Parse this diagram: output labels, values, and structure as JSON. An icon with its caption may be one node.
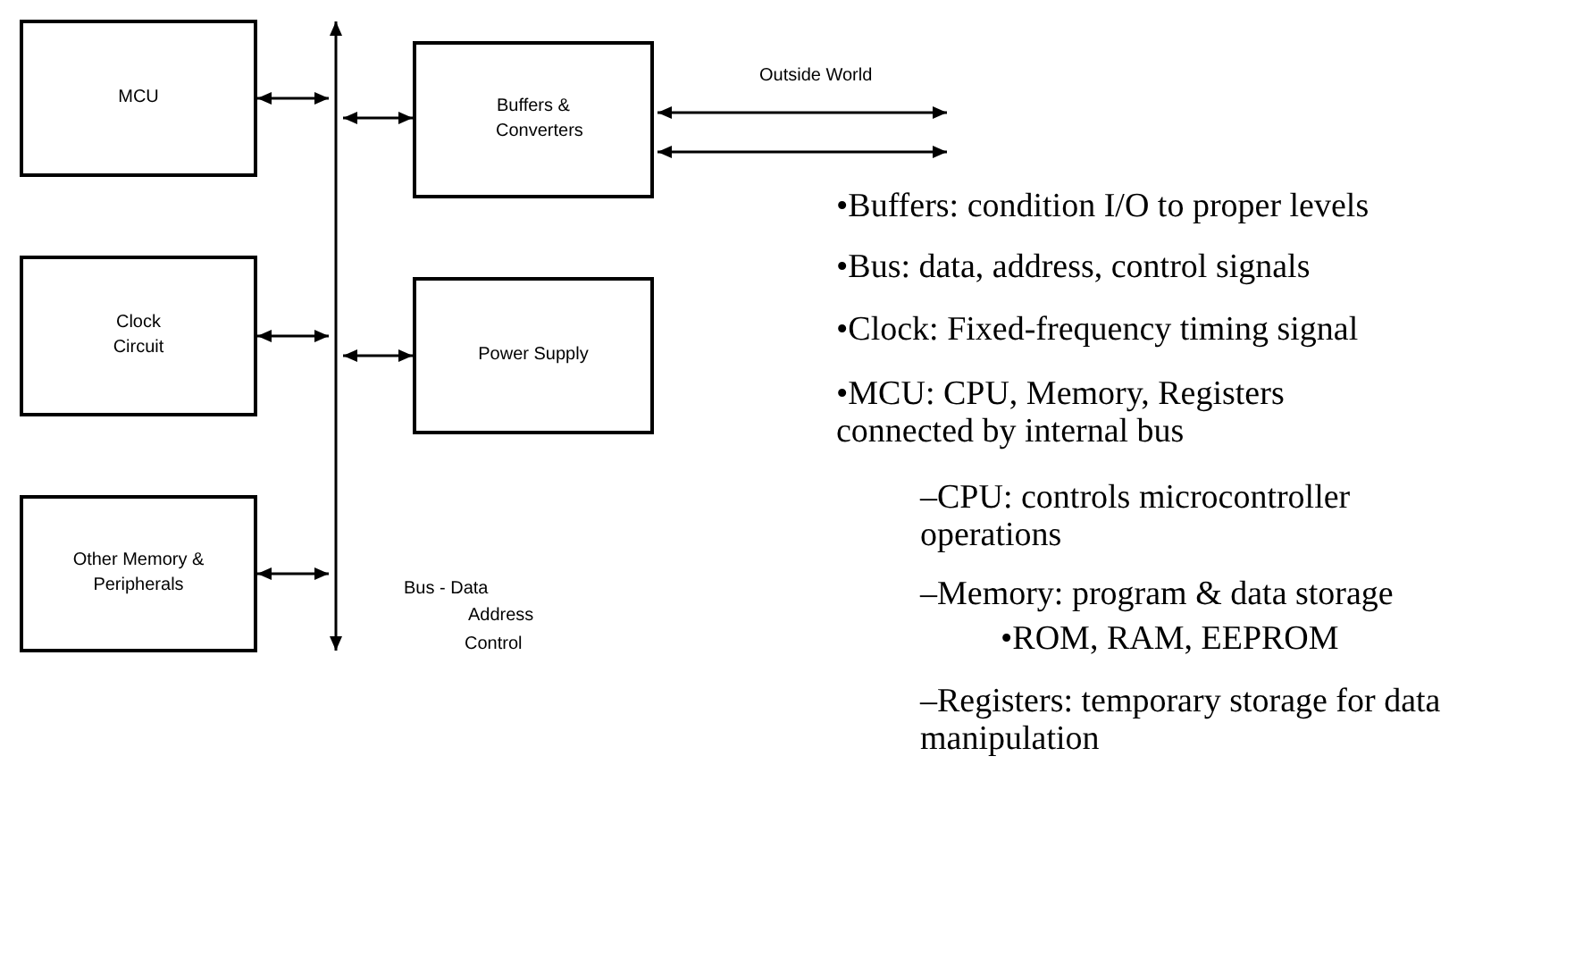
{
  "diagram": {
    "nodes": [
      {
        "text": [
          "MCU"
        ]
      },
      {
        "text": [
          "Clock Circuit"
        ]
      },
      {
        "text": [
          "Other Memory & Peripherals"
        ]
      },
      {
        "text": [
          "Buffers & Converters"
        ]
      },
      {
        "text": [
          "Power Supply"
        ]
      },
      {
        "text": [],
        "shape": "bar",
        "beside": [
          "Bus - Data",
          "Address",
          "Control"
        ]
      }
    ],
    "edges": [
      {
        "from": 0,
        "to": 5,
        "arrow": "both"
      },
      {
        "from": 5,
        "to": 3,
        "arrow": "both"
      },
      {
        "from": 1,
        "to": 5,
        "arrow": "both"
      },
      {
        "from": 5,
        "to": 4,
        "arrow": "both"
      },
      {
        "from": 2,
        "to": 5,
        "arrow": "both"
      },
      {
        "from": 3,
        "to": null,
        "arrow": "both",
        "label": "Outside World"
      },
      {
        "from": 3,
        "to": null,
        "arrow": "both"
      }
    ],
    "labels": [
      "•Buffers: condition I/O to proper levels",
      "•Bus: data, address, control signals",
      "•Clock: Fixed-frequency timing signal",
      "•MCU: CPU, Memory, Registers connected by internal bus",
      "–CPU: controls microcontroller operations",
      "–Memory: program & data storage",
      "•ROM, RAM, EEPROM",
      "–Registers: temporary storage for data manipulation"
    ]
  }
}
